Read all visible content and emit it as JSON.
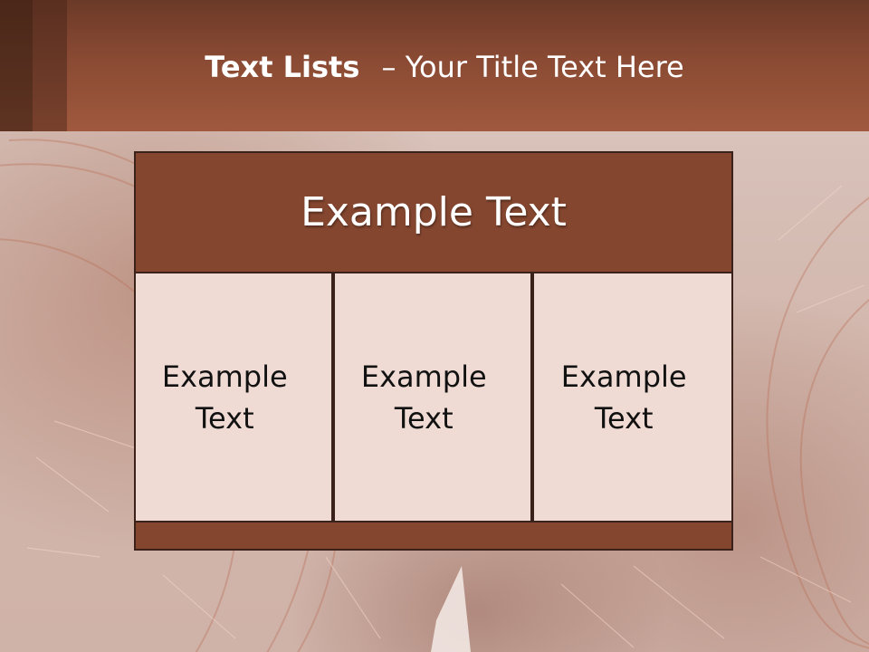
{
  "slide": {
    "title_bold": "Text Lists",
    "title_separator": "–",
    "title_rest": "Your Title Text Here"
  },
  "diagram": {
    "header_text": "Example Text",
    "cells": [
      {
        "line1": "Example",
        "line2": "Text"
      },
      {
        "line1": "Example",
        "line2": "Text"
      },
      {
        "line1": "Example",
        "line2": "Text"
      }
    ]
  },
  "colors": {
    "header_brown": "#8a4a33",
    "box_brown": "#84462f",
    "cell_fill": "#efdbd3",
    "border": "#3a2119"
  }
}
